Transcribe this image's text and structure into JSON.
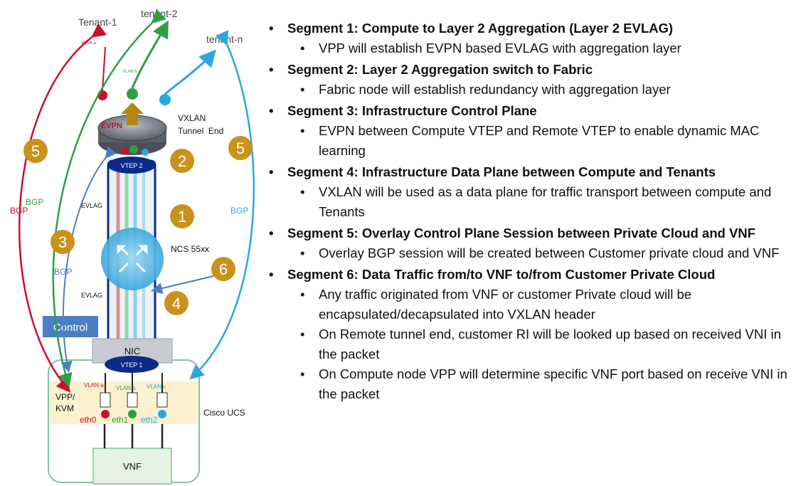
{
  "diagram": {
    "labels": {
      "tenant1": "Tenant-1",
      "tenant2": "tenant-2",
      "tenantn": "tenant-n",
      "vlan_a": "VLAN a",
      "vlan_b": "VLAN b",
      "vxlan": "VXLAN",
      "tunnel_end": "Tunnel  End",
      "evpn": "EVPN",
      "vtep_top": "VTEP 2",
      "vtep_bottom": "VTEP 1",
      "bgp_left_red": "BGP",
      "bgp_left_green": "BGP",
      "bgp_right": "BGP",
      "bgp_mid": "BGP",
      "evlag_top": "EVLAG",
      "evlag_bottom": "EVLAG",
      "ncs": "NCS 55xx",
      "control": "Control",
      "nic": "NIC",
      "vpp_kvm_1": "VPP/",
      "vpp_kvm_2": "KVM",
      "cisco_ucs": "Cisco UCS",
      "vnf": "VNF",
      "vlan_red": "VLAN a",
      "vlan_green": "VLAN b",
      "vlan_blue": "VLAN c",
      "eth0": "eth0",
      "eth1": "eth1",
      "eth2": "eth2"
    },
    "numbers": {
      "n5_left": "5",
      "n5_right": "5",
      "n2": "2",
      "n1": "1",
      "n3": "3",
      "n6": "6",
      "n4": "4"
    },
    "colors": {
      "red": "#c8102e",
      "green": "#2e9e44",
      "blue": "#2aa7e0",
      "gold": "#c9921d",
      "steel": "#4a7fc1",
      "navy": "#0c2a8a"
    }
  },
  "segments": [
    {
      "title": "Segment 1: Compute to Layer 2 Aggregation (Layer 2 EVLAG)",
      "items": [
        "VPP will establish EVPN based EVLAG with aggregation layer"
      ]
    },
    {
      "title": "Segment 2: Layer 2 Aggregation switch to Fabric",
      "items": [
        "Fabric node will establish redundancy with aggregation layer"
      ]
    },
    {
      "title": "Segment 3: Infrastructure Control Plane",
      "items": [
        "EVPN between Compute VTEP and Remote VTEP to enable dynamic MAC learning"
      ]
    },
    {
      "title": "Segment 4: Infrastructure Data Plane between Compute and Tenants",
      "items": [
        "VXLAN will be used as a data plane for traffic transport between compute and Tenants"
      ]
    },
    {
      "title": "Segment 5: Overlay Control Plane Session between Private Cloud and VNF",
      "items": [
        "Overlay BGP session will be created between Customer private cloud and VNF"
      ]
    },
    {
      "title": "Segment 6: Data Traffic from/to VNF to/from Customer Private Cloud",
      "items": [
        "Any traffic originated from VNF or customer Private cloud will be encapsulated/decapsulated into VXLAN header",
        "On Remote tunnel end, customer RI will be looked up based on received VNI in the packet",
        "On Compute node VPP will determine specific VNF port based on receive VNI in the packet"
      ]
    }
  ]
}
